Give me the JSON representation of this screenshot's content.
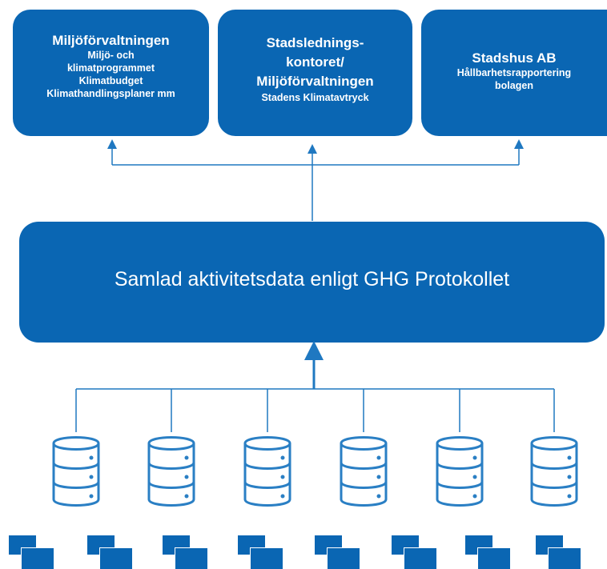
{
  "top_boxes": [
    {
      "title": "Miljöförvaltningen",
      "lines": [
        "Miljö- och",
        "klimatprogrammet",
        "Klimatbudget",
        "Klimathandlingsplaner mm"
      ]
    },
    {
      "title_lines": [
        "Stadslednings-",
        "kontoret/",
        "Miljöförvaltningen"
      ],
      "lines": [
        "Stadens Klimatavtryck"
      ]
    },
    {
      "title": "Stadshus AB",
      "lines": [
        "Hållbarhetsrapportering",
        "bolagen"
      ]
    }
  ],
  "main_box": {
    "label": "Samlad aktivitetsdata enligt GHG Protokollet"
  },
  "colors": {
    "box_fill": "#0a66b3",
    "connector": "#1f78c1",
    "db_stroke": "#2a7fc4",
    "text_on_box": "#ffffff"
  },
  "data_sources": {
    "database_icon": "database-icon",
    "document_icon": "documents-icon"
  }
}
